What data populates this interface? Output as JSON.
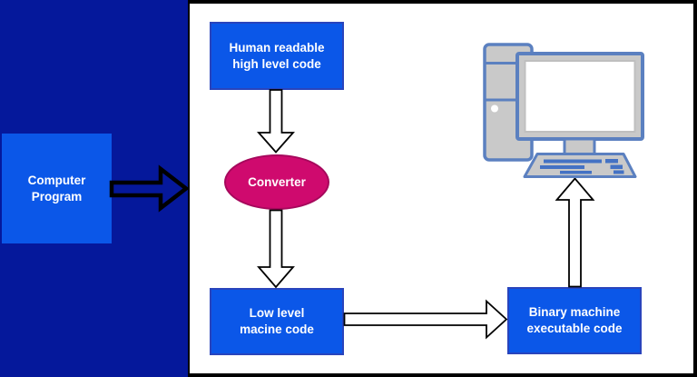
{
  "diagram": {
    "left_panel": {
      "computer_program": {
        "line1": "Computer",
        "line2": "Program"
      }
    },
    "main_panel": {
      "human_readable": {
        "line1": "Human readable",
        "line2": "high level code"
      },
      "converter": {
        "label": "Converter"
      },
      "low_level": {
        "line1": "Low level",
        "line2": "macine code"
      },
      "binary_machine": {
        "line1": "Binary machine",
        "line2": "executable code"
      }
    },
    "icons": {
      "computer": "desktop-computer-icon"
    },
    "colors": {
      "left_panel_navy": "#05189B",
      "node_blue": "#0B57E8",
      "node_border_blue": "#2944BC",
      "converter_pink": "#CF0A6E",
      "converter_border": "#A6085C",
      "panel_white": "#FFFFFF",
      "arrow_outline": "#000000",
      "icon_stroke_blue": "#5B80C0",
      "icon_fill_gray": "#C9C9C9",
      "keyboard_key_blue": "#4472C4",
      "text_white": "#FFFFFF"
    }
  }
}
